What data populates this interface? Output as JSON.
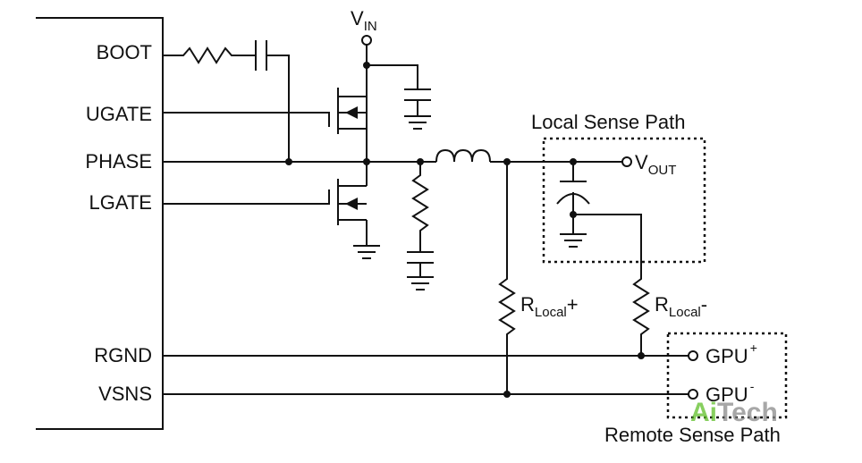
{
  "pins": {
    "boot": "BOOT",
    "ugate": "UGATE",
    "phase": "PHASE",
    "lgate": "LGATE",
    "rgnd": "RGND",
    "vsns": "VSNS"
  },
  "labels": {
    "vin_main": "V",
    "vin_sub": "IN",
    "vout_main": "V",
    "vout_sub": "OUT",
    "local_sense": "Local Sense Path",
    "remote_sense": "Remote Sense Path",
    "rlocal_pos_main": "R",
    "rlocal_pos_sub": "Local",
    "rlocal_pos_sign": "+",
    "rlocal_neg_main": "R",
    "rlocal_neg_sub": "Local",
    "rlocal_neg_sign": "-",
    "gpu_pos_main": "GPU",
    "gpu_pos_sign": "+",
    "gpu_neg_main": "GPU",
    "gpu_neg_sign": "-"
  },
  "watermark": {
    "part1": "Ai",
    "part2": "Tech",
    "color1": "#5fbf2a",
    "color2": "#8a8a8a"
  }
}
